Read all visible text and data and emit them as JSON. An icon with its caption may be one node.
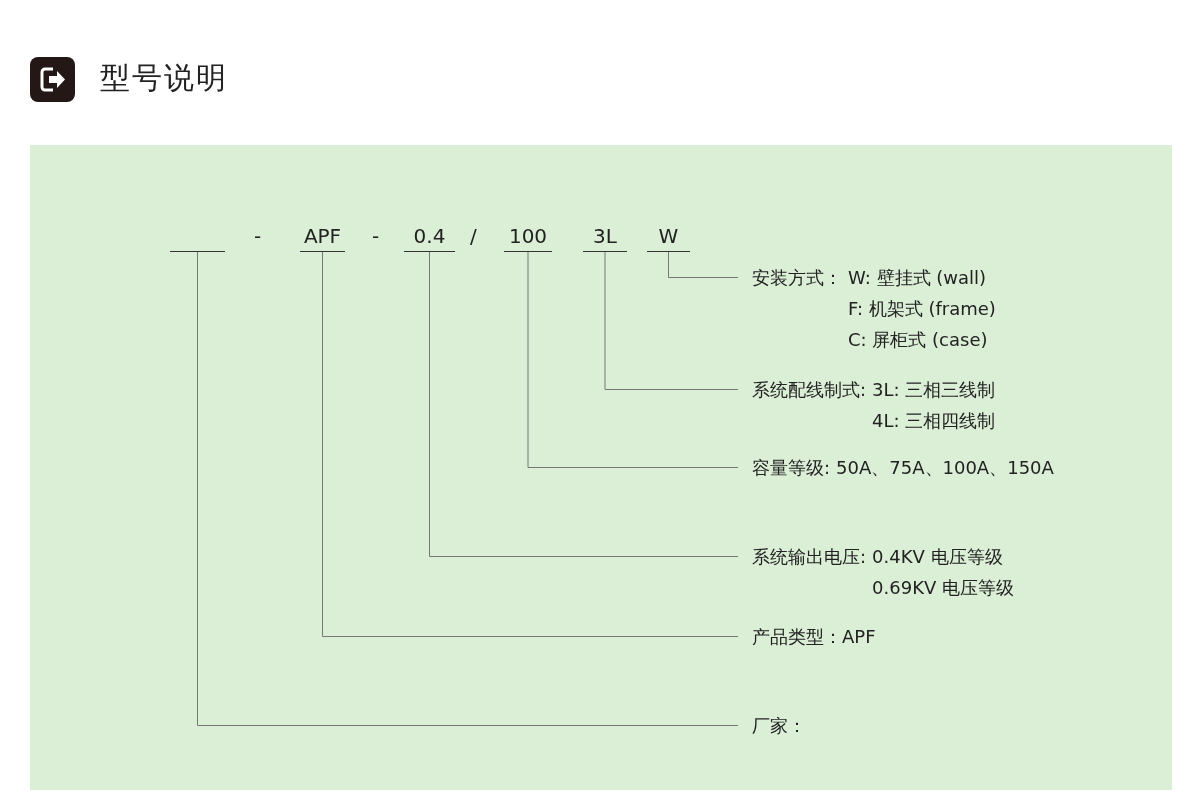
{
  "diagram": {
    "title": "型号说明",
    "nodes": [
      {
        "text": [],
        "shape": "bar"
      },
      {
        "text": [
          "APF"
        ]
      },
      {
        "text": [
          "0.4"
        ]
      },
      {
        "text": [
          "100"
        ]
      },
      {
        "text": [
          "3L"
        ]
      },
      {
        "text": [
          "W"
        ]
      },
      {
        "text": [
          "安装方式：",
          "W: 壁挂式 (wall)",
          "F: 机架式 (frame)",
          "C: 屏柜式 (case)"
        ]
      },
      {
        "text": [
          "系统配线制式:",
          "3L: 三相三线制",
          "4L: 三相四线制"
        ]
      },
      {
        "text": [
          "容量等级:",
          "50A、75A、100A、150A"
        ]
      },
      {
        "text": [
          "系统输出电压:",
          "0.4KV 电压等级",
          "0.69KV 电压等级"
        ]
      },
      {
        "text": [
          "产品类型：APF"
        ]
      },
      {
        "text": [
          "厂家："
        ]
      }
    ],
    "edges": [
      {
        "from": 5,
        "to": 6,
        "arrow": "none"
      },
      {
        "from": 4,
        "to": 7,
        "arrow": "none"
      },
      {
        "from": 3,
        "to": 8,
        "arrow": "none"
      },
      {
        "from": 2,
        "to": 9,
        "arrow": "none"
      },
      {
        "from": 1,
        "to": 10,
        "arrow": "none"
      },
      {
        "from": 0,
        "to": 11,
        "arrow": "none"
      }
    ],
    "labels": [
      "-",
      "-",
      "/"
    ]
  }
}
